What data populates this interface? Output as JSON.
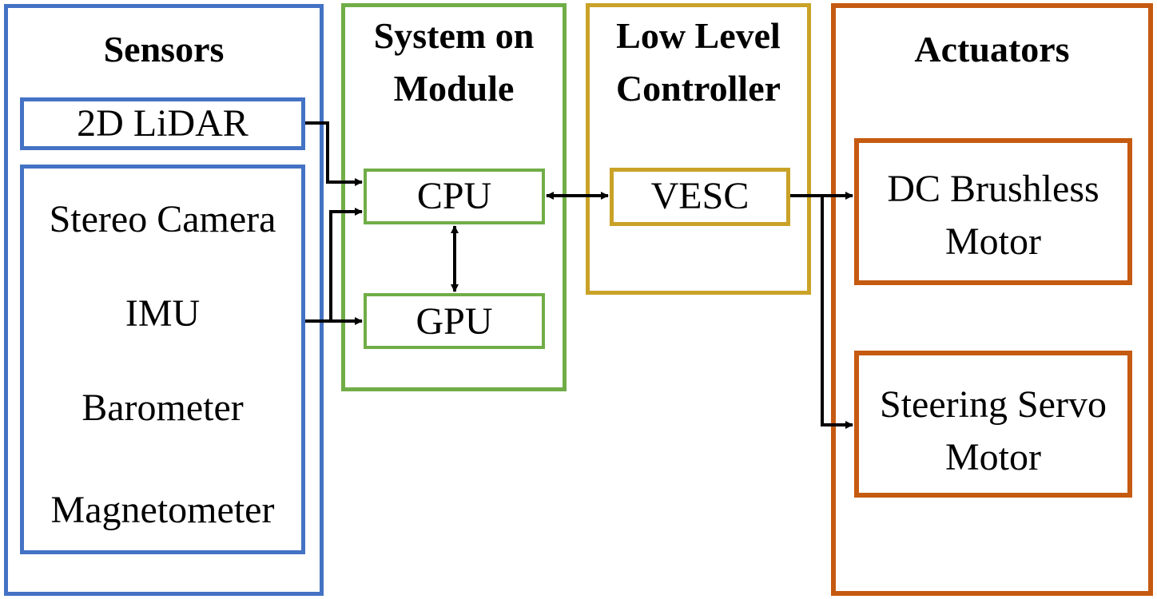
{
  "colors": {
    "sensors": "#4472c4",
    "som": "#70ad47",
    "llc": "#c9a227",
    "actuators": "#c55a11",
    "wire": "#000000"
  },
  "sensors": {
    "title": "Sensors",
    "lidar": "2D LiDAR",
    "items": [
      "Stereo Camera",
      "IMU",
      "Barometer",
      "Magnetometer"
    ]
  },
  "som": {
    "title_line1": "System on",
    "title_line2": "Module",
    "cpu": "CPU",
    "gpu": "GPU"
  },
  "llc": {
    "title_line1": "Low Level",
    "title_line2": "Controller",
    "vesc": "VESC"
  },
  "actuators": {
    "title": "Actuators",
    "motor_line1": "DC Brushless",
    "motor_line2": "Motor",
    "servo_line1": "Steering Servo",
    "servo_line2": "Motor"
  }
}
